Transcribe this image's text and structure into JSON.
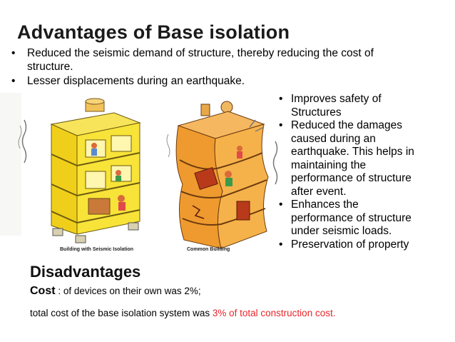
{
  "title": "Advantages of Base isolation",
  "left_bullets": [
    {
      "line1": "Reduced the seismic demand of structure, thereby reducing the cost of",
      "line2": "structure."
    },
    {
      "line1": "Lesser displacements during an earthquake."
    }
  ],
  "right_bullets": [
    {
      "lines": [
        "Improves safety of",
        "Structures"
      ]
    },
    {
      "lines": [
        "Reduced the damages",
        "caused during an",
        "earthquake. This helps in",
        "maintaining the",
        "performance of structure",
        "after event."
      ]
    },
    {
      "lines": [
        "Enhances the",
        "performance of structure",
        "under seismic loads."
      ]
    },
    {
      "lines": [
        "Preservation of property"
      ]
    }
  ],
  "captions": {
    "left": "Building with Seismic Isolation",
    "right": "Common Building"
  },
  "disadvantages": {
    "title": "Disadvantages",
    "cost_word": "Cost",
    "cost_rest": " : of devices on their own was 2%;",
    "total_prefix": "total cost of the base isolation system was ",
    "total_highlight": "3% of total construction cost."
  },
  "colors": {
    "highlight": "#e8262a",
    "building_yellow": "#f5dc2a",
    "building_orange": "#f0a23c"
  },
  "icons": {
    "bullet": "•"
  }
}
